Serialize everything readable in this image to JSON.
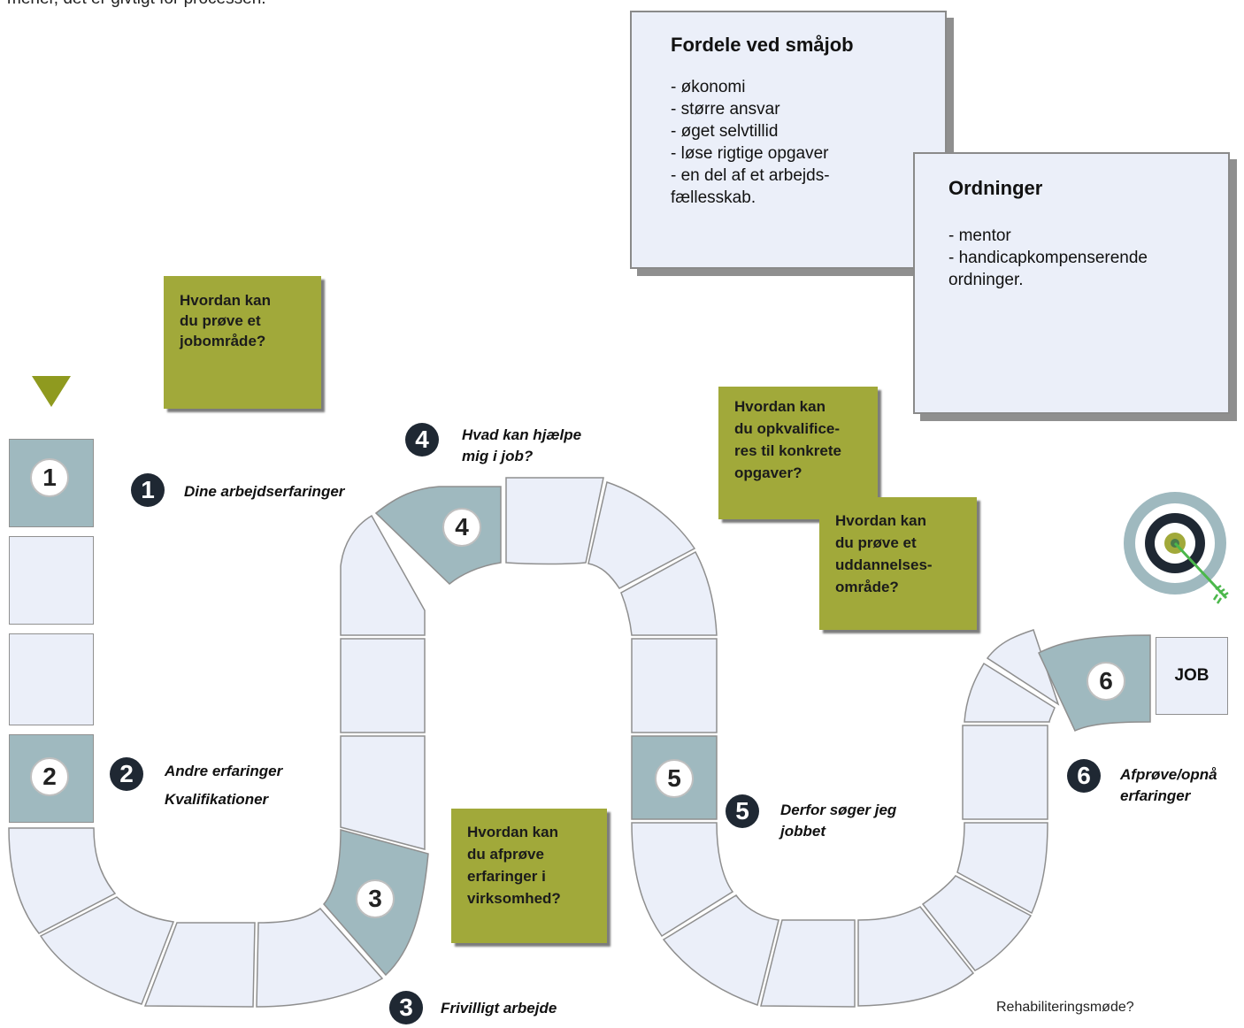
{
  "top_text": "mener, det er givtigt for processen.",
  "benefits_box": {
    "title": "Fordele ved småjob",
    "items": [
      "- økonomi",
      "- større ansvar",
      "- øget selvtillid",
      "- løse rigtige opgaver",
      "- en del af et arbejds-",
      "fællesskab."
    ]
  },
  "schemes_box": {
    "title": "Ordninger",
    "items": [
      "- mentor",
      "- handicapkompenserende",
      "ordninger."
    ]
  },
  "questions": {
    "q1": [
      "Hvordan kan",
      "du prøve et",
      "jobområde?"
    ],
    "q2": [
      "Hvordan kan",
      "du opkvalifice-",
      "res til konkrete",
      "opgaver?"
    ],
    "q3": [
      "Hvordan kan",
      "du prøve et",
      "uddannelses-",
      "område?"
    ],
    "q4": [
      "Hvordan kan",
      "du afprøve",
      "erfaringer i",
      "virksomhed?"
    ]
  },
  "steps": [
    {
      "number": "1",
      "label": [
        "Dine arbejdserfaringer"
      ]
    },
    {
      "number": "2",
      "label": [
        "Andre erfaringer",
        "Kvalifikationer"
      ]
    },
    {
      "number": "3",
      "label": [
        "Frivilligt arbejde"
      ]
    },
    {
      "number": "4",
      "label": [
        "Hvad kan hjælpe",
        "mig i job?"
      ]
    },
    {
      "number": "5",
      "label": [
        "Derfor søger jeg",
        "jobbet"
      ]
    },
    {
      "number": "6",
      "label": [
        "Afprøve/opnå",
        "erfaringer"
      ]
    }
  ],
  "job_label": "JOB",
  "footer": "Rehabiliteringsmøde?",
  "colors": {
    "tile": "#ebeff9",
    "tile_dark": "#9fb9bf",
    "question_box": "#a1a93a",
    "badge": "#1f2833",
    "start_arrow": "#8f9a1f"
  },
  "icons": [
    "start-arrow-icon",
    "target-icon"
  ]
}
